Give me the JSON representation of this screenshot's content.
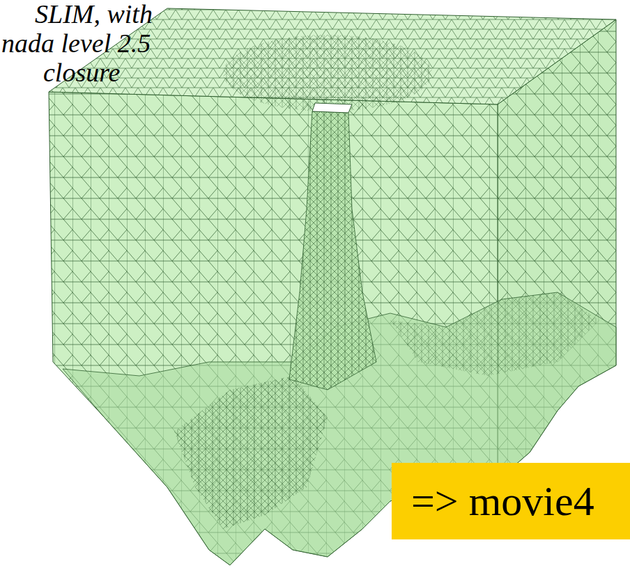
{
  "diagram": {
    "nodes": [
      {
        "text": [
          "=> movie4"
        ]
      }
    ],
    "labels": [
      "SLIM, with",
      "nada level 2.5",
      "closure"
    ]
  }
}
